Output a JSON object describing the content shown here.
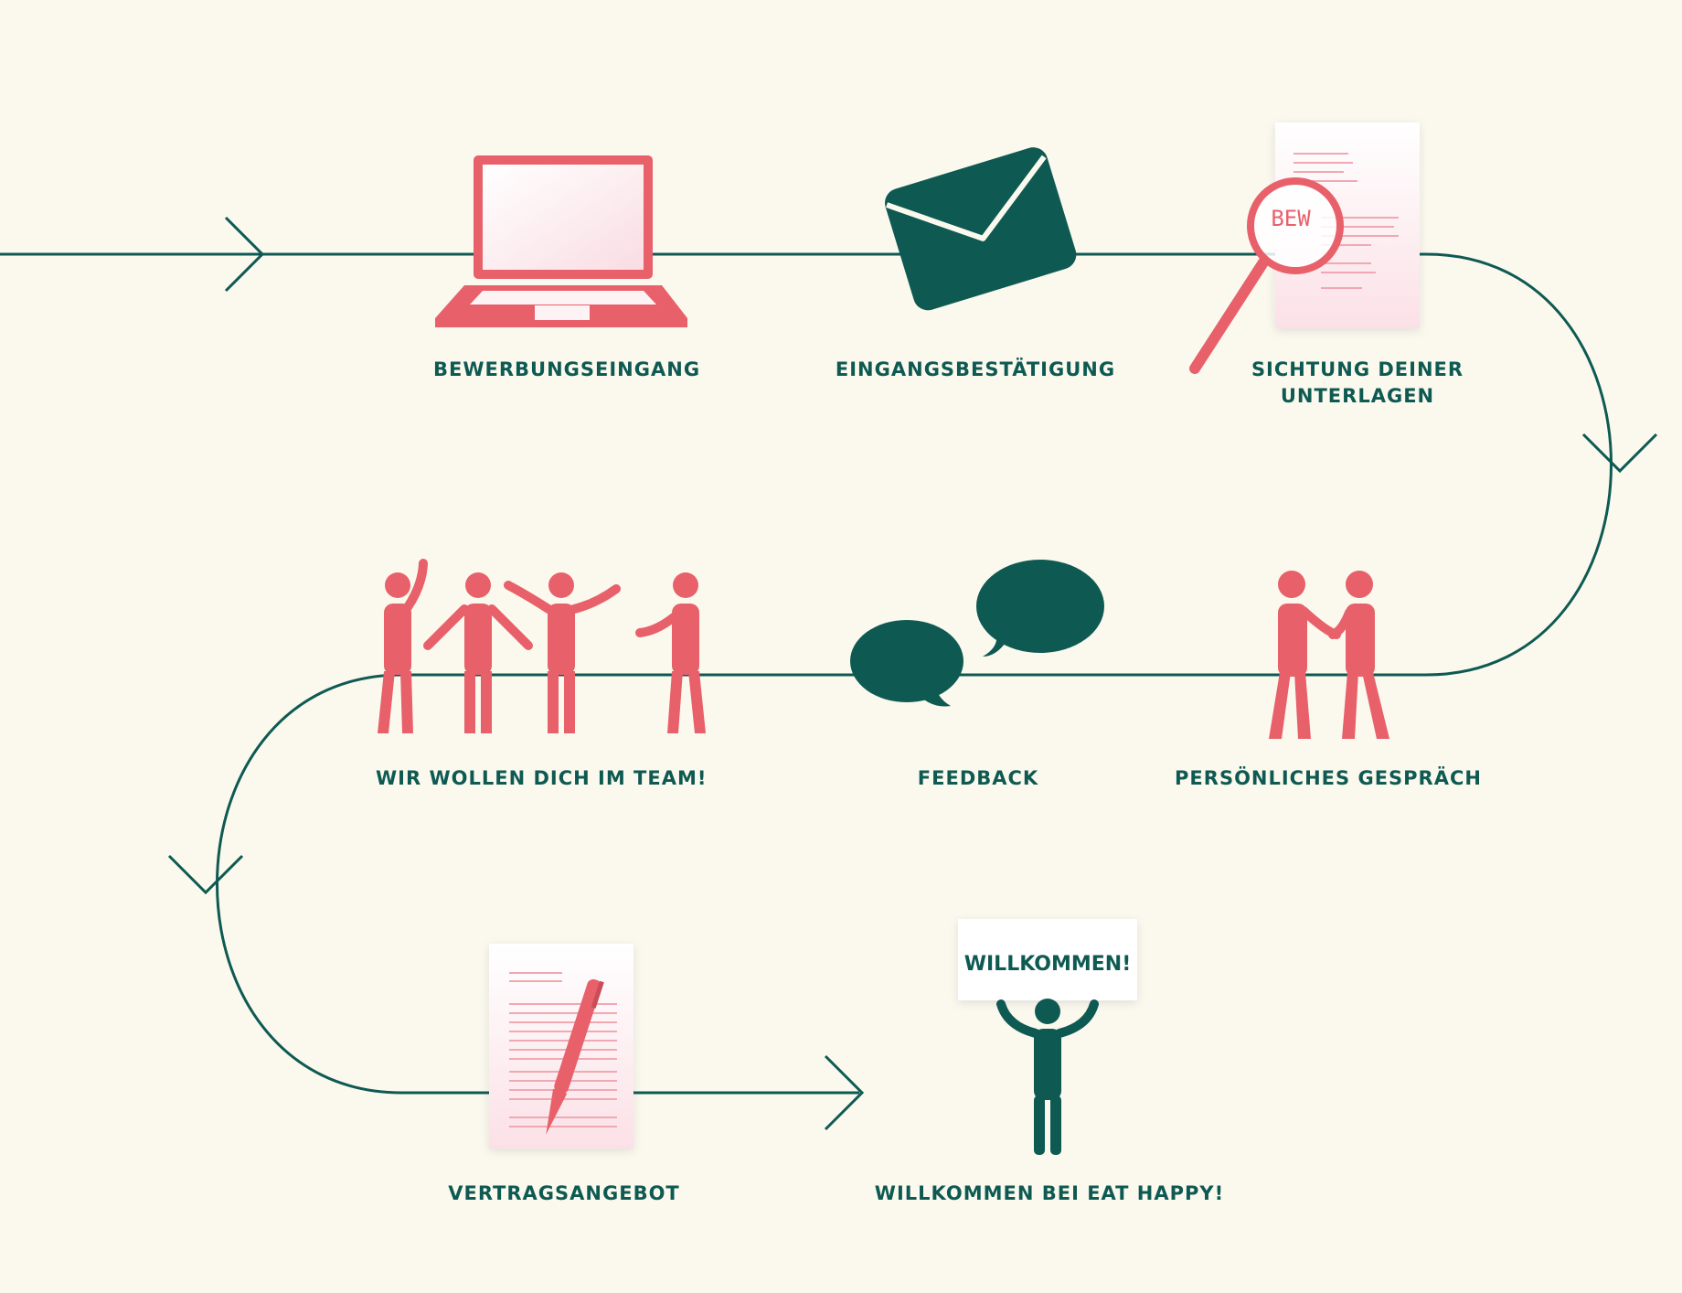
{
  "colors": {
    "background": "#fbf9ee",
    "path": "#0e5a52",
    "accent_red": "#e8606a",
    "accent_green": "#0e5a52",
    "paper": "#fdf3f4"
  },
  "steps": [
    {
      "label": "BEWERBUNGSEINGANG",
      "icon": "laptop-icon"
    },
    {
      "label": "EINGANGSBESTÄTIGUNG",
      "icon": "envelope-icon"
    },
    {
      "label_line1": "SICHTUNG DEINER",
      "label_line2": "UNTERLAGEN",
      "icon": "magnifier-document-icon",
      "doc_text": "BEW"
    },
    {
      "label": "PERSÖNLICHES GESPRÄCH",
      "icon": "handshake-icon"
    },
    {
      "label": "FEEDBACK",
      "icon": "speech-bubbles-icon"
    },
    {
      "label": "WIR WOLLEN DICH IM TEAM!",
      "icon": "team-icon"
    },
    {
      "label": "VERTRAGSANGEBOT",
      "icon": "contract-pen-icon"
    },
    {
      "label": "WILLKOMMEN BEI EAT HAPPY!",
      "icon": "welcome-sign-person-icon",
      "sign_text": "WILLKOMMEN!"
    }
  ]
}
